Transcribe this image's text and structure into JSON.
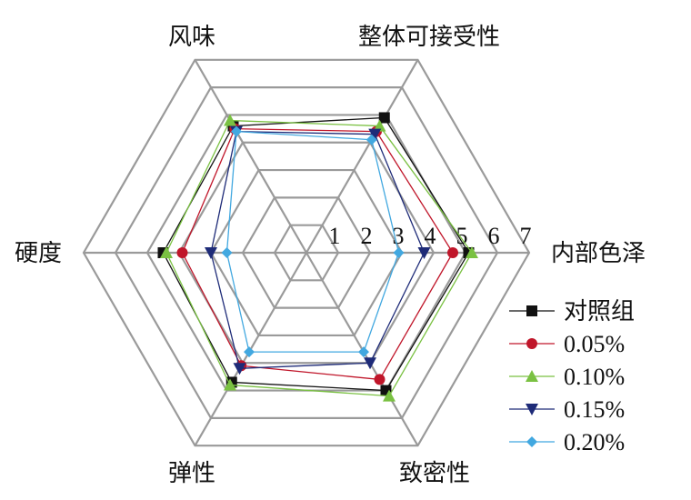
{
  "chart_data": {
    "type": "radar",
    "axes": [
      "内部色泽",
      "致密性",
      "弹性",
      "硬度",
      "风味",
      "整体可接受性"
    ],
    "rlim": [
      0,
      7
    ],
    "ticks": [
      1,
      2,
      3,
      4,
      5,
      6,
      7
    ],
    "grid": true,
    "legend_position": "right",
    "series": [
      {
        "name": "对照组",
        "color": "#111111",
        "marker": "square",
        "values": [
          5.1,
          5.0,
          4.7,
          4.5,
          4.6,
          4.9
        ]
      },
      {
        "name": "0.05%",
        "color": "#c0162a",
        "marker": "circle",
        "values": [
          4.6,
          4.6,
          4.1,
          3.9,
          4.5,
          4.4
        ]
      },
      {
        "name": "0.10%",
        "color": "#7ac142",
        "marker": "triangle-up",
        "values": [
          5.2,
          5.2,
          4.8,
          4.4,
          4.8,
          4.6
        ]
      },
      {
        "name": "0.15%",
        "color": "#1e2b78",
        "marker": "triangle-down",
        "values": [
          3.7,
          4.0,
          4.2,
          3.0,
          4.4,
          4.3
        ]
      },
      {
        "name": "0.20%",
        "color": "#42a8e0",
        "marker": "diamond",
        "values": [
          2.9,
          3.6,
          3.6,
          2.5,
          4.4,
          4.1
        ]
      }
    ]
  }
}
